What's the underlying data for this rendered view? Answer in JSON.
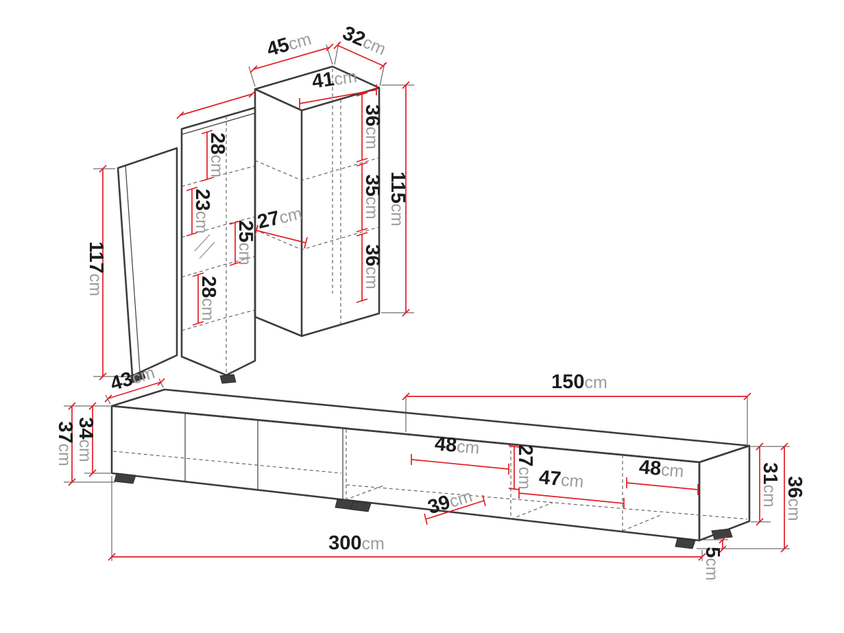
{
  "figure": {
    "type": "furniture-dimension-diagram",
    "unit": "cm",
    "colors": {
      "dimension_red": "#e21d24",
      "outline": "#3d3d3d",
      "number_text": "#1c1c1c",
      "unit_text": "#9d9d9d",
      "background": "#ffffff"
    }
  },
  "wall_unit": {
    "top_width": {
      "value": "45",
      "unit": "cm"
    },
    "top_depth": {
      "value": "32",
      "unit": "cm"
    },
    "opening_width": {
      "value": "41",
      "unit": "cm"
    },
    "right_section_top": {
      "value": "36",
      "unit": "cm"
    },
    "right_section_middle": {
      "value": "35",
      "unit": "cm"
    },
    "right_section_bottom": {
      "value": "36",
      "unit": "cm"
    },
    "right_height": {
      "value": "115",
      "unit": "cm"
    },
    "left_section_1": {
      "value": "28",
      "unit": "cm"
    },
    "left_section_2": {
      "value": "23",
      "unit": "cm"
    },
    "left_section_3": {
      "value": "25",
      "unit": "cm"
    },
    "inner_depth": {
      "value": "27",
      "unit": "cm"
    },
    "left_section_4": {
      "value": "28",
      "unit": "cm"
    },
    "left_height": {
      "value": "117",
      "unit": "cm"
    }
  },
  "tv_stand": {
    "top_depth": {
      "value": "43",
      "unit": "cm"
    },
    "right_half_width": {
      "value": "150",
      "unit": "cm"
    },
    "front_height_outer": {
      "value": "37",
      "unit": "cm"
    },
    "front_height_inner": {
      "value": "34",
      "unit": "cm"
    },
    "compartment_1_width": {
      "value": "48",
      "unit": "cm"
    },
    "compartment_height": {
      "value": "27",
      "unit": "cm"
    },
    "compartment_depth": {
      "value": "39",
      "unit": "cm"
    },
    "compartment_2_width": {
      "value": "47",
      "unit": "cm"
    },
    "compartment_3_width": {
      "value": "48",
      "unit": "cm"
    },
    "side_height_inner": {
      "value": "31",
      "unit": "cm"
    },
    "side_height_outer": {
      "value": "36",
      "unit": "cm"
    },
    "total_width": {
      "value": "300",
      "unit": "cm"
    },
    "foot_height": {
      "value": "5",
      "unit": "cm"
    }
  }
}
